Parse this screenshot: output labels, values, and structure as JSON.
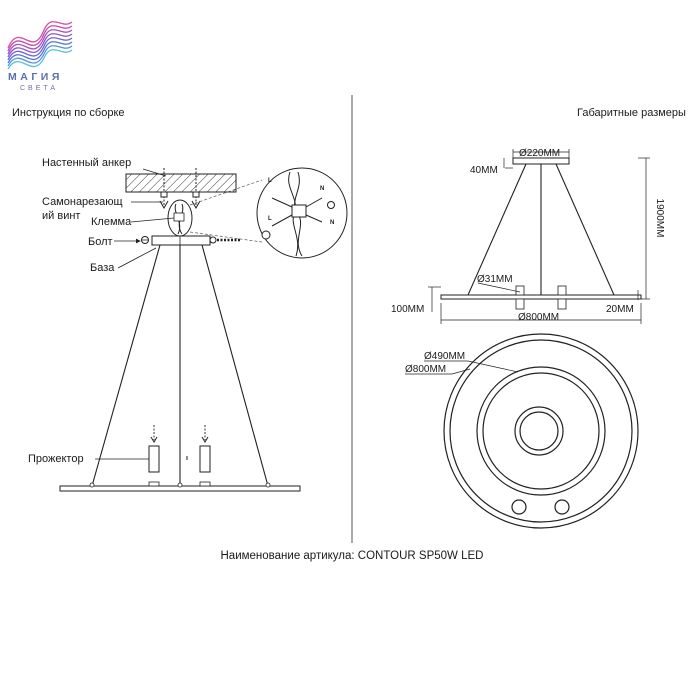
{
  "logo": {
    "name": "МАГИЯ",
    "subtitle": "СВЕТА",
    "colors": [
      "#d84ea0",
      "#9a55c9",
      "#5a74d8",
      "#5bc0de"
    ]
  },
  "left_panel": {
    "title": "Инструкция по сборке",
    "callouts": {
      "wall_anchor": "Настенный анкер",
      "screw_line1": "Самонарезающ",
      "screw_line2": "ий винт",
      "terminal": "Клемма",
      "bolt": "Болт",
      "base": "База",
      "spotlight": "Прожектор"
    },
    "wiring_labels": {
      "live": "L",
      "neutral": "N"
    }
  },
  "right_panel": {
    "title": "Габаритные размеры",
    "dimensions": {
      "canopy_diameter": "Ø220MM",
      "canopy_height": "40MM",
      "total_height": "1900MM",
      "spot_diameter": "Ø31MM",
      "ring_height": "100MM",
      "ring_width": "Ø800MM",
      "edge_thickness": "20MM",
      "inner_diameter": "Ø490MM",
      "outer_diameter": "Ø800MM"
    }
  },
  "footer": {
    "article": "Наименование артикула: CONTOUR SP50W LED"
  }
}
